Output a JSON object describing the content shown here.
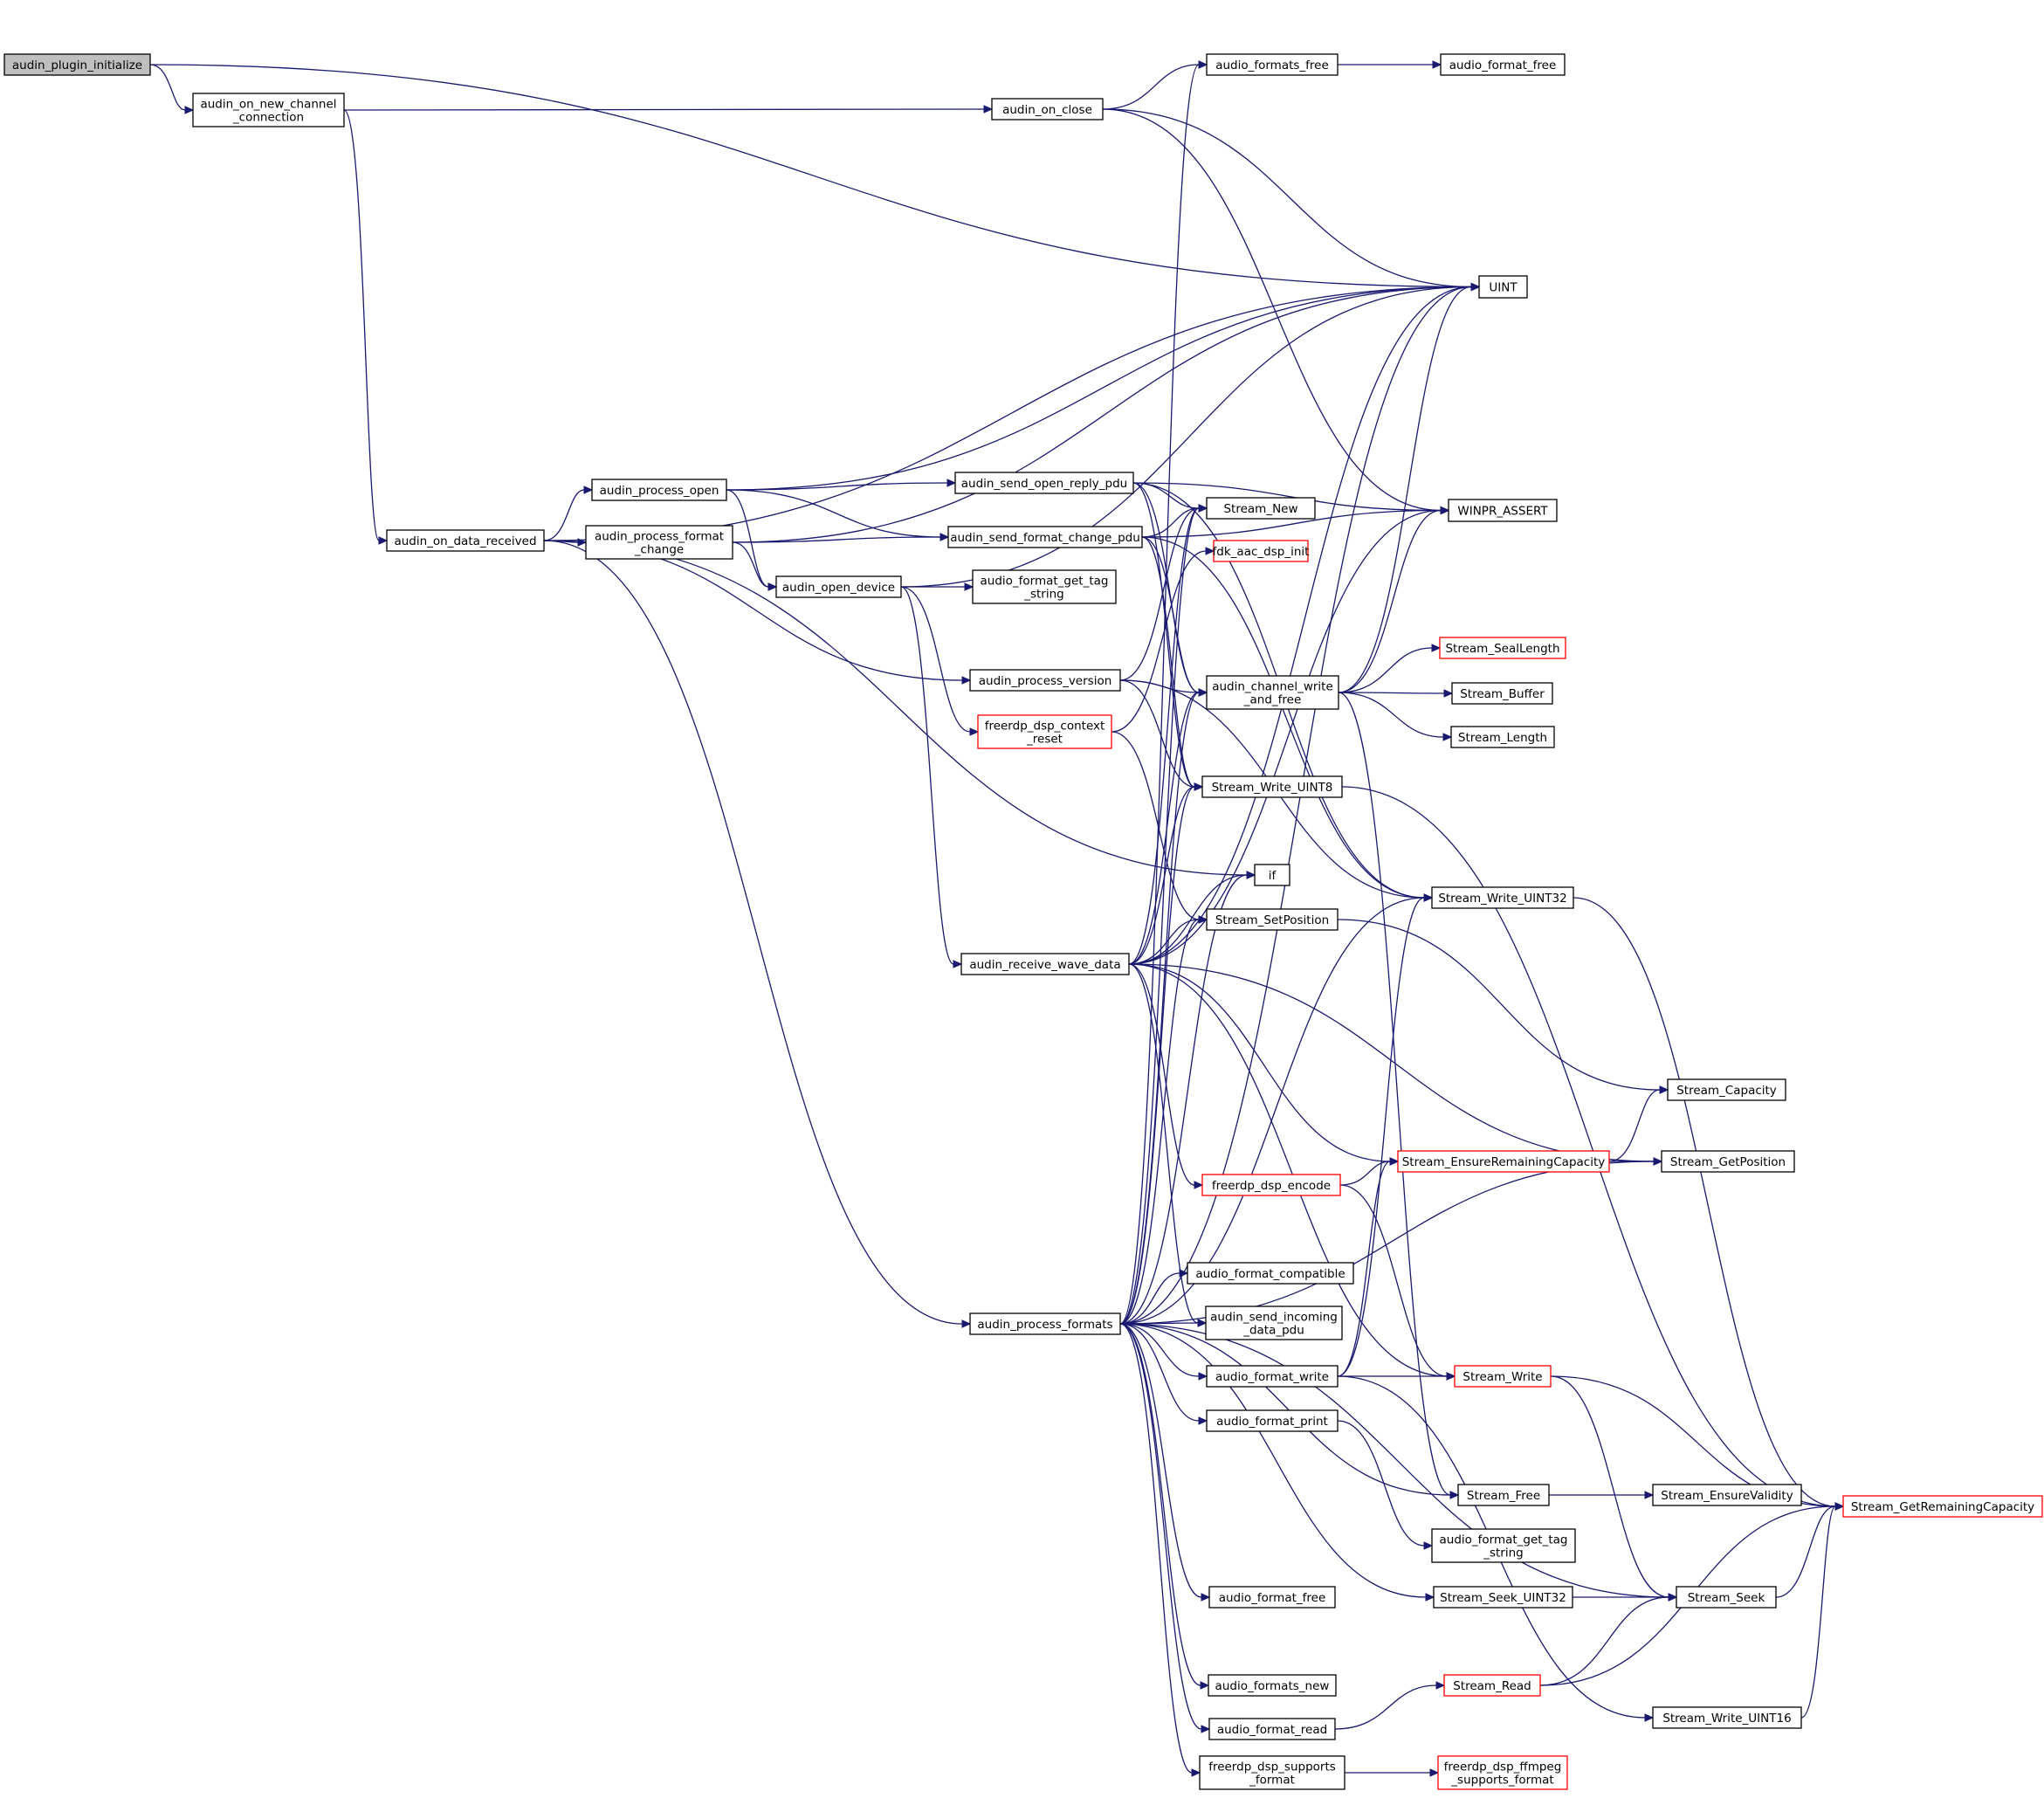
{
  "colors": {
    "edge": "#191970",
    "node_border": "#000000",
    "truncated_node_border": "#ff0000",
    "root_fill": "#bfbfbf",
    "node_fill": "#ffffff"
  },
  "nodes": [
    {
      "id": "n0",
      "lines": [
        "audin_plugin_initialize"
      ],
      "kind": "root"
    },
    {
      "id": "n1",
      "lines": [
        "audin_on_new_channel",
        "_connection"
      ],
      "kind": "normal"
    },
    {
      "id": "n2",
      "lines": [
        "UINT"
      ],
      "kind": "normal"
    },
    {
      "id": "n3",
      "lines": [
        "audin_on_close"
      ],
      "kind": "normal"
    },
    {
      "id": "n4",
      "lines": [
        "audio_formats_free"
      ],
      "kind": "normal"
    },
    {
      "id": "n5",
      "lines": [
        "audio_format_free"
      ],
      "kind": "normal"
    },
    {
      "id": "n6",
      "lines": [
        "WINPR_ASSERT"
      ],
      "kind": "normal"
    },
    {
      "id": "n7",
      "lines": [
        "audin_on_data_received"
      ],
      "kind": "normal"
    },
    {
      "id": "n8",
      "lines": [
        "audin_process_open"
      ],
      "kind": "normal"
    },
    {
      "id": "n9",
      "lines": [
        "audin_process_format",
        "_change"
      ],
      "kind": "normal"
    },
    {
      "id": "n10",
      "lines": [
        "audin_send_open_reply_pdu"
      ],
      "kind": "normal"
    },
    {
      "id": "n11",
      "lines": [
        "audin_send_format_change_pdu"
      ],
      "kind": "normal"
    },
    {
      "id": "n12",
      "lines": [
        "audin_open_device"
      ],
      "kind": "normal"
    },
    {
      "id": "n13",
      "lines": [
        "audio_format_get_tag",
        "_string"
      ],
      "kind": "normal"
    },
    {
      "id": "n14",
      "lines": [
        "Stream_New"
      ],
      "kind": "normal"
    },
    {
      "id": "n15",
      "lines": [
        "fdk_aac_dsp_init"
      ],
      "kind": "truncated"
    },
    {
      "id": "n16",
      "lines": [
        "audin_process_version"
      ],
      "kind": "normal"
    },
    {
      "id": "n17",
      "lines": [
        "freerdp_dsp_context",
        "_reset"
      ],
      "kind": "truncated"
    },
    {
      "id": "n18",
      "lines": [
        "audin_channel_write",
        "_and_free"
      ],
      "kind": "normal"
    },
    {
      "id": "n19",
      "lines": [
        "Stream_SealLength"
      ],
      "kind": "truncated"
    },
    {
      "id": "n20",
      "lines": [
        "Stream_Buffer"
      ],
      "kind": "normal"
    },
    {
      "id": "n21",
      "lines": [
        "Stream_Length"
      ],
      "kind": "normal"
    },
    {
      "id": "n22",
      "lines": [
        "Stream_Write_UINT8"
      ],
      "kind": "normal"
    },
    {
      "id": "n23",
      "lines": [
        "if"
      ],
      "kind": "normal"
    },
    {
      "id": "n24",
      "lines": [
        "Stream_Write_UINT32"
      ],
      "kind": "normal"
    },
    {
      "id": "n25",
      "lines": [
        "Stream_SetPosition"
      ],
      "kind": "normal"
    },
    {
      "id": "n26",
      "lines": [
        "audin_receive_wave_data"
      ],
      "kind": "normal"
    },
    {
      "id": "n27",
      "lines": [
        "Stream_Capacity"
      ],
      "kind": "normal"
    },
    {
      "id": "n28",
      "lines": [
        "freerdp_dsp_encode"
      ],
      "kind": "truncated"
    },
    {
      "id": "n29",
      "lines": [
        "Stream_EnsureRemainingCapacity"
      ],
      "kind": "truncated"
    },
    {
      "id": "n30",
      "lines": [
        "Stream_GetPosition"
      ],
      "kind": "normal"
    },
    {
      "id": "n31",
      "lines": [
        "audio_format_compatible"
      ],
      "kind": "normal"
    },
    {
      "id": "n32",
      "lines": [
        "audin_process_formats"
      ],
      "kind": "normal"
    },
    {
      "id": "n33",
      "lines": [
        "audin_send_incoming",
        "_data_pdu"
      ],
      "kind": "normal"
    },
    {
      "id": "n34",
      "lines": [
        "audio_format_write"
      ],
      "kind": "normal"
    },
    {
      "id": "n35",
      "lines": [
        "Stream_Write"
      ],
      "kind": "truncated"
    },
    {
      "id": "n36",
      "lines": [
        "audio_format_print"
      ],
      "kind": "normal"
    },
    {
      "id": "n37",
      "lines": [
        "Stream_Free"
      ],
      "kind": "normal"
    },
    {
      "id": "n38",
      "lines": [
        "Stream_EnsureValidity"
      ],
      "kind": "normal"
    },
    {
      "id": "n39",
      "lines": [
        "Stream_GetRemainingCapacity"
      ],
      "kind": "truncated"
    },
    {
      "id": "n40",
      "lines": [
        "audio_format_get_tag",
        "_string"
      ],
      "kind": "normal"
    },
    {
      "id": "n41",
      "lines": [
        "audio_format_free"
      ],
      "kind": "normal"
    },
    {
      "id": "n42",
      "lines": [
        "Stream_Seek_UINT32"
      ],
      "kind": "normal"
    },
    {
      "id": "n43",
      "lines": [
        "Stream_Seek"
      ],
      "kind": "normal"
    },
    {
      "id": "n44",
      "lines": [
        "audio_formats_new"
      ],
      "kind": "normal"
    },
    {
      "id": "n45",
      "lines": [
        "Stream_Read"
      ],
      "kind": "truncated"
    },
    {
      "id": "n46",
      "lines": [
        "audio_format_read"
      ],
      "kind": "normal"
    },
    {
      "id": "n47",
      "lines": [
        "Stream_Write_UINT16"
      ],
      "kind": "normal"
    },
    {
      "id": "n48",
      "lines": [
        "freerdp_dsp_supports",
        "_format"
      ],
      "kind": "normal"
    },
    {
      "id": "n49",
      "lines": [
        "freerdp_dsp_ffmpeg",
        "_supports_format"
      ],
      "kind": "truncated"
    }
  ],
  "edges": [
    [
      "n0",
      "n1"
    ],
    [
      "n0",
      "n2"
    ],
    [
      "n1",
      "n3"
    ],
    [
      "n1",
      "n7"
    ],
    [
      "n3",
      "n4"
    ],
    [
      "n3",
      "n2"
    ],
    [
      "n3",
      "n6"
    ],
    [
      "n4",
      "n5"
    ],
    [
      "n7",
      "n8"
    ],
    [
      "n7",
      "n9"
    ],
    [
      "n7",
      "n16"
    ],
    [
      "n7",
      "n32"
    ],
    [
      "n7",
      "n2"
    ],
    [
      "n7",
      "n23"
    ],
    [
      "n8",
      "n10"
    ],
    [
      "n8",
      "n11"
    ],
    [
      "n8",
      "n12"
    ],
    [
      "n8",
      "n2"
    ],
    [
      "n9",
      "n11"
    ],
    [
      "n9",
      "n12"
    ],
    [
      "n9",
      "n2"
    ],
    [
      "n10",
      "n14"
    ],
    [
      "n10",
      "n6"
    ],
    [
      "n10",
      "n18"
    ],
    [
      "n10",
      "n22"
    ],
    [
      "n10",
      "n24"
    ],
    [
      "n11",
      "n14"
    ],
    [
      "n11",
      "n6"
    ],
    [
      "n11",
      "n18"
    ],
    [
      "n11",
      "n22"
    ],
    [
      "n11",
      "n24"
    ],
    [
      "n12",
      "n13"
    ],
    [
      "n12",
      "n17"
    ],
    [
      "n12",
      "n26"
    ],
    [
      "n12",
      "n2"
    ],
    [
      "n16",
      "n14"
    ],
    [
      "n16",
      "n18"
    ],
    [
      "n16",
      "n22"
    ],
    [
      "n16",
      "n24"
    ],
    [
      "n17",
      "n15"
    ],
    [
      "n17",
      "n25"
    ],
    [
      "n18",
      "n19"
    ],
    [
      "n18",
      "n20"
    ],
    [
      "n18",
      "n21"
    ],
    [
      "n18",
      "n37"
    ],
    [
      "n18",
      "n2"
    ],
    [
      "n18",
      "n6"
    ],
    [
      "n22",
      "n39"
    ],
    [
      "n24",
      "n39"
    ],
    [
      "n25",
      "n27"
    ],
    [
      "n26",
      "n14"
    ],
    [
      "n26",
      "n18"
    ],
    [
      "n26",
      "n22"
    ],
    [
      "n26",
      "n23"
    ],
    [
      "n26",
      "n25"
    ],
    [
      "n26",
      "n28"
    ],
    [
      "n26",
      "n29"
    ],
    [
      "n26",
      "n30"
    ],
    [
      "n26",
      "n33"
    ],
    [
      "n26",
      "n35"
    ],
    [
      "n26",
      "n2"
    ],
    [
      "n26",
      "n6"
    ],
    [
      "n28",
      "n29"
    ],
    [
      "n28",
      "n35"
    ],
    [
      "n29",
      "n27"
    ],
    [
      "n29",
      "n30"
    ],
    [
      "n32",
      "n4"
    ],
    [
      "n32",
      "n18"
    ],
    [
      "n32",
      "n22"
    ],
    [
      "n32",
      "n23"
    ],
    [
      "n32",
      "n24"
    ],
    [
      "n32",
      "n25"
    ],
    [
      "n32",
      "n30"
    ],
    [
      "n32",
      "n31"
    ],
    [
      "n32",
      "n33"
    ],
    [
      "n32",
      "n34"
    ],
    [
      "n32",
      "n36"
    ],
    [
      "n32",
      "n37"
    ],
    [
      "n32",
      "n41"
    ],
    [
      "n32",
      "n42"
    ],
    [
      "n32",
      "n43"
    ],
    [
      "n32",
      "n44"
    ],
    [
      "n32",
      "n46"
    ],
    [
      "n32",
      "n48"
    ],
    [
      "n32",
      "n14"
    ],
    [
      "n32",
      "n2"
    ],
    [
      "n34",
      "n35"
    ],
    [
      "n34",
      "n24"
    ],
    [
      "n34",
      "n29"
    ],
    [
      "n34",
      "n47"
    ],
    [
      "n35",
      "n43"
    ],
    [
      "n35",
      "n39"
    ],
    [
      "n36",
      "n40"
    ],
    [
      "n37",
      "n38"
    ],
    [
      "n42",
      "n43"
    ],
    [
      "n43",
      "n39"
    ],
    [
      "n45",
      "n43"
    ],
    [
      "n45",
      "n39"
    ],
    [
      "n46",
      "n45"
    ],
    [
      "n47",
      "n39"
    ],
    [
      "n48",
      "n49"
    ]
  ]
}
